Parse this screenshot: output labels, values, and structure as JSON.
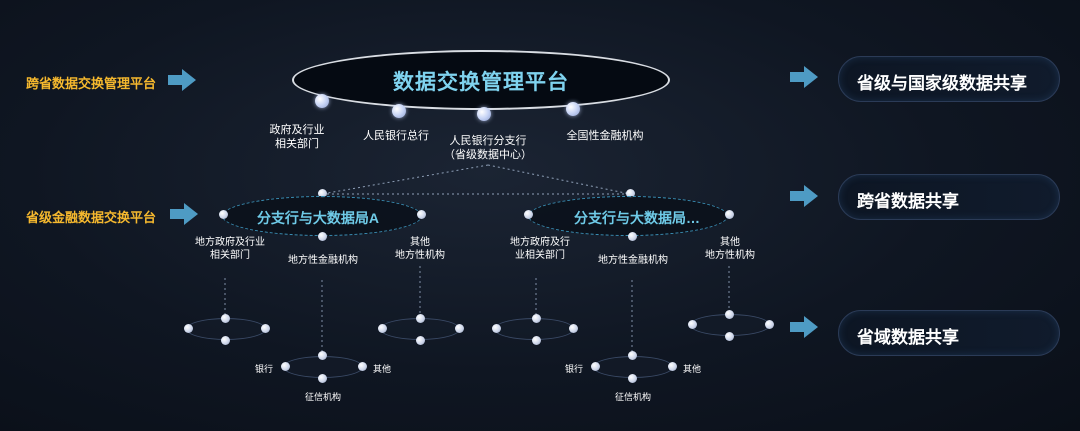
{
  "left_labels": {
    "cross_province_platform": "跨省数据交换管理平台",
    "province_finance_platform": "省级金融数据交换平台"
  },
  "top": {
    "title": "数据交换管理平台",
    "nodes": [
      {
        "label": "政府及行业\n相关部门"
      },
      {
        "label": "人民银行总行"
      },
      {
        "label": "人民银行分支行\n（省级数据中心）"
      },
      {
        "label": "全国性金融机构"
      }
    ]
  },
  "middle": {
    "left": {
      "title": "分支行与大数据局A",
      "nodes": [
        "地方政府及行业\n相关部门",
        "地方性金融机构",
        "其他\n地方性机构"
      ]
    },
    "right": {
      "title": "分支行与大数据局…",
      "nodes": [
        "地方政府及行\n业相关部门",
        "地方性金融机构",
        "其他\n地方性机构"
      ]
    }
  },
  "bottom": {
    "left": {
      "bank": "银行",
      "other": "其他",
      "credit": "征信机构"
    },
    "right": {
      "bank": "银行",
      "other": "其他",
      "credit": "征信机构"
    }
  },
  "right_boxes": [
    {
      "label": "省级与国家级数据共享"
    },
    {
      "label": "跨省数据共享"
    },
    {
      "label": "省域数据共享"
    }
  ],
  "colors": {
    "gold": "#f5b82e",
    "cyan_title": "#7fd3ef",
    "arrow": "#4e9bc4",
    "dash": "#3a8fb5"
  }
}
